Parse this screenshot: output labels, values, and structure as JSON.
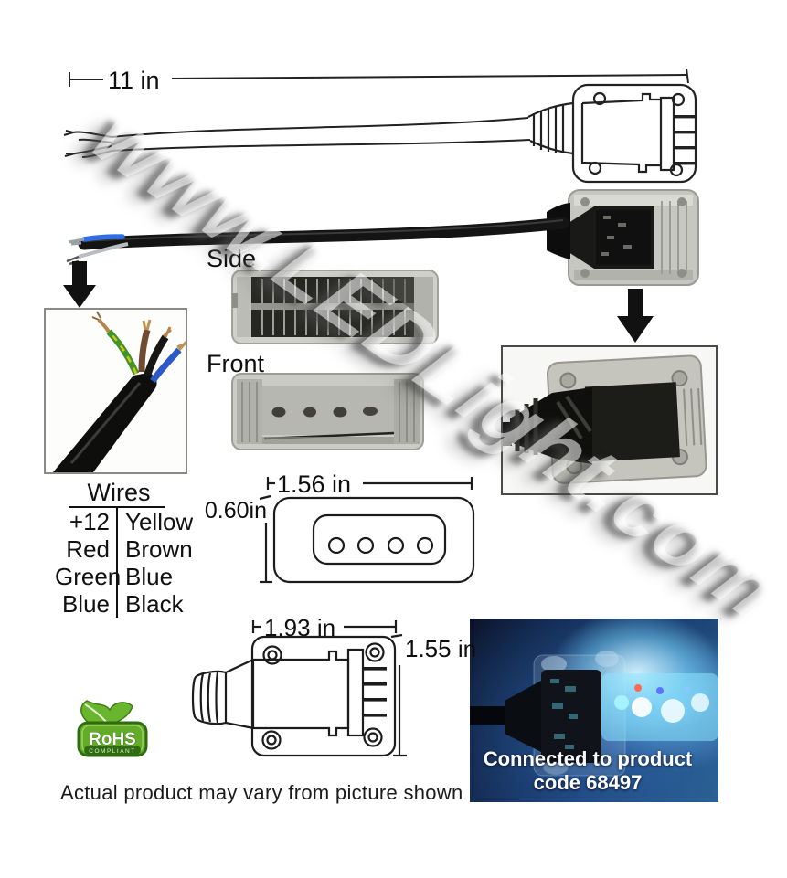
{
  "watermark": "www.LEDLight.com",
  "dimensions": {
    "cable_length": "11 in",
    "face_width": "1.56 in",
    "face_height": "0.60in",
    "plug_width": "1.93 in",
    "plug_height": "1.55 in"
  },
  "view_labels": {
    "side": "Side",
    "front": "Front"
  },
  "wires_table": {
    "title": "Wires",
    "rows": [
      {
        "function": "+12",
        "color": "Yellow"
      },
      {
        "function": "Red",
        "color": "Brown"
      },
      {
        "function": "Green",
        "color": "Blue"
      },
      {
        "function": "Blue",
        "color": "Black"
      }
    ]
  },
  "rohs_badge": {
    "title": "RoHS",
    "subtitle": "COMPLIANT"
  },
  "disclaimer": "Actual product may vary from picture shown",
  "connected_photo": {
    "caption_line1": "Connected to product",
    "caption_line2": "code 68497"
  },
  "colors": {
    "line_art": "#222222",
    "arrow_black": "#111111",
    "rohs_green": "#63ac27",
    "rohs_dark_green": "#2f6b10",
    "led_glow_cyan": "#8ae4ff",
    "photo_night_blue": "#14305e",
    "wire_green_yellow": "#3f9427",
    "wire_yellow_stripe": "#d4c41e",
    "wire_brown": "#6e4b31",
    "wire_black": "#171715",
    "wire_blue": "#2b59c8",
    "copper": "#b5854a",
    "clear_plastic": "#c9c9c3",
    "plug_black": "#141414"
  }
}
